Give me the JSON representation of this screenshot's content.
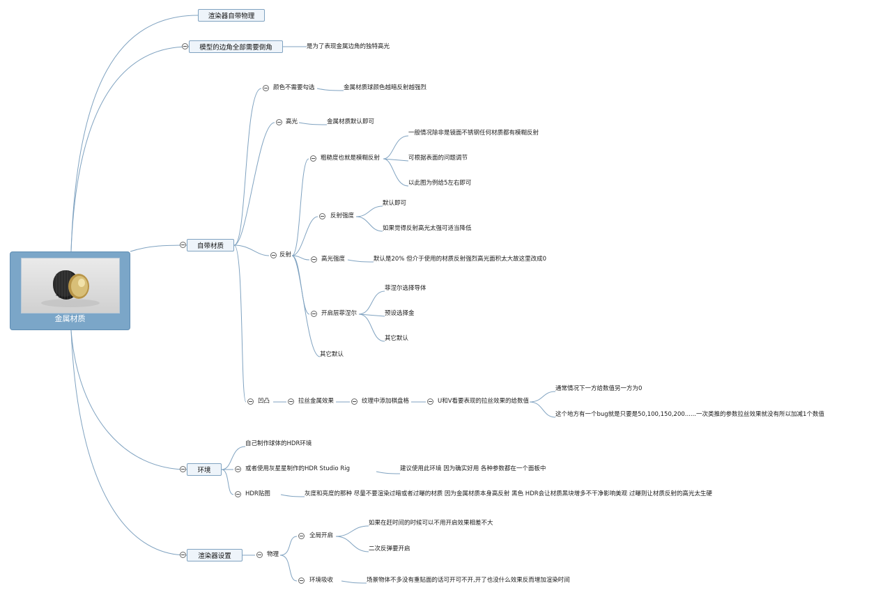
{
  "root": {
    "label": "金属材质",
    "image": "black-and-gold-metal-knob"
  },
  "nodes": {
    "n1": "渲染器自带物理",
    "n2": "模型的边角全部需要倒角",
    "n2a": "是为了表现金属边角的独特高光",
    "n3": "自带材质",
    "n3a": "颜色不需要勾选",
    "n3a1": "金属材质球颜色越暗反射越强烈",
    "n3b": "高光",
    "n3b1": "金属材质默认即可",
    "n3c": "反射",
    "n3c1": "粗糙度也就是模糊反射",
    "n3c1a": "一般情况除非是镜面不锈钢任何材质都有模糊反射",
    "n3c1b": "可根据表面的问题调节",
    "n3c1c": "以此图为例给5左右即可",
    "n3c2": "反射强度",
    "n3c2a": "默认即可",
    "n3c2b": "如果觉得反射高光太强可适当降低",
    "n3c3": "高光强度",
    "n3c3a": "默认是20% 但介于使用的材质反射强烈高光面积太大故这里改成0",
    "n3c4": "开启层菲涅尔",
    "n3c4a": "菲涅尔选择导体",
    "n3c4b": "预设选择金",
    "n3c4c": "其它默认",
    "n3c5": "其它默认",
    "n3d": "凹凸",
    "n3d1": "拉丝金属效果",
    "n3d1a": "纹理中添加棋盘格",
    "n3d1a1": "U和V看要表现的拉丝效果的给数值",
    "n3d1a1a": "通常情况下一方给数值另一方为0",
    "n3d1a1b": "这个地方有一个bug就是只要是50,100,150,200......一次类推的参数拉丝效果就没有所以加减1个数值",
    "n4": "环境",
    "n4a": "自己制作球体的HDR环境",
    "n4b": "或者使用灰星星制作的HDR Studio Rig",
    "n4b1": "建议使用此环境 因为确实好用 各种参数都在一个面板中",
    "n4c": "HDR贴图",
    "n4c1": "灰度和亮度的那种  尽量不要渲染过暗或者过曝的材质 因为金属材质本身高反射 黑色 HDR会让材质黑块增多不干净影响美观 过曝则让材质反射的高光太生硬",
    "n5": "渲染器设置",
    "n5a": "物理",
    "n5a1": "全局开启",
    "n5a1a": "如果在赶时间的时候可以不用开启效果相差不大",
    "n5a1b": "二次反弹要开启",
    "n5a2": "环境吸收",
    "n5a2a": "场景物体不多没有重贴面的话可开可不开,开了也没什么效果反而增加渲染时间"
  },
  "colors": {
    "connector": "#7fa2c0",
    "root_fill": "#7ba6c8",
    "box_fill": "#eef4fa",
    "box_border": "#7fa2c0"
  }
}
